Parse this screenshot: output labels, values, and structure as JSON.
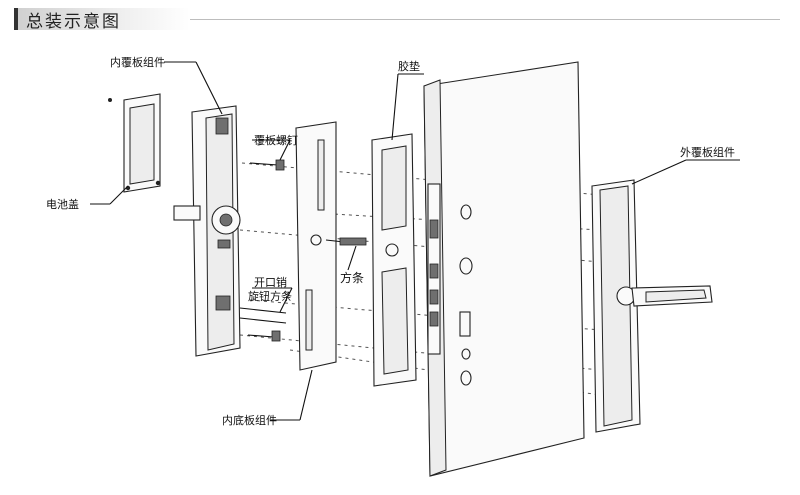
{
  "header": {
    "title": "总装示意图"
  },
  "labels": {
    "inner_cover_assembly": "内覆板组件",
    "battery_cover": "电池盖",
    "cover_screw": "覆板螺钉",
    "opening_pin": "开口销",
    "knob_square_bar": "旋钮方条",
    "square_bar": "方条",
    "inner_base_plate_assembly": "内底板组件",
    "gasket": "胶垫",
    "outer_cover_assembly": "外覆板组件"
  }
}
